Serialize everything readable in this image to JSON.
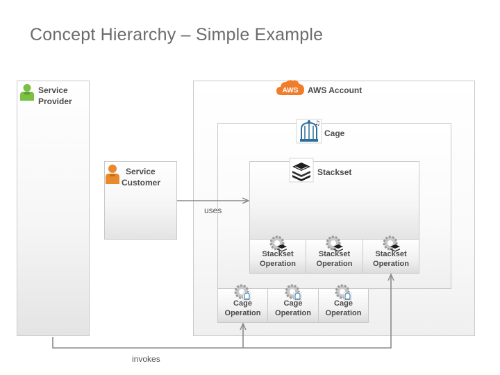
{
  "title": "Concept Hierarchy – Simple Example",
  "service_provider": {
    "line1": "Service",
    "line2": "Provider",
    "icon": "person-icon-green"
  },
  "service_customer": {
    "line1": "Service",
    "line2": "Customer",
    "icon": "person-icon-orange"
  },
  "aws_account": {
    "label": "AWS Account",
    "logo_text": "AWS",
    "logo_color": "#f07d2c"
  },
  "cage": {
    "label": "Cage",
    "icon": "birdcage-icon"
  },
  "stackset": {
    "label": "Stackset",
    "icon": "stack-icon"
  },
  "stackset_operations": [
    {
      "line1": "Stackset",
      "line2": "Operation"
    },
    {
      "line1": "Stackset",
      "line2": "Operation"
    },
    {
      "line1": "Stackset",
      "line2": "Operation"
    }
  ],
  "cage_operations": [
    {
      "line1": "Cage",
      "line2": "Operation"
    },
    {
      "line1": "Cage",
      "line2": "Operation"
    },
    {
      "line1": "Cage",
      "line2": "Operation"
    }
  ],
  "connectors": {
    "uses": "uses",
    "invokes": "invokes"
  },
  "colors": {
    "provider_green": "#7ac043",
    "customer_orange": "#e8892b",
    "cage_blue": "#2a6f9e",
    "arrow": "#8a8a8a"
  }
}
